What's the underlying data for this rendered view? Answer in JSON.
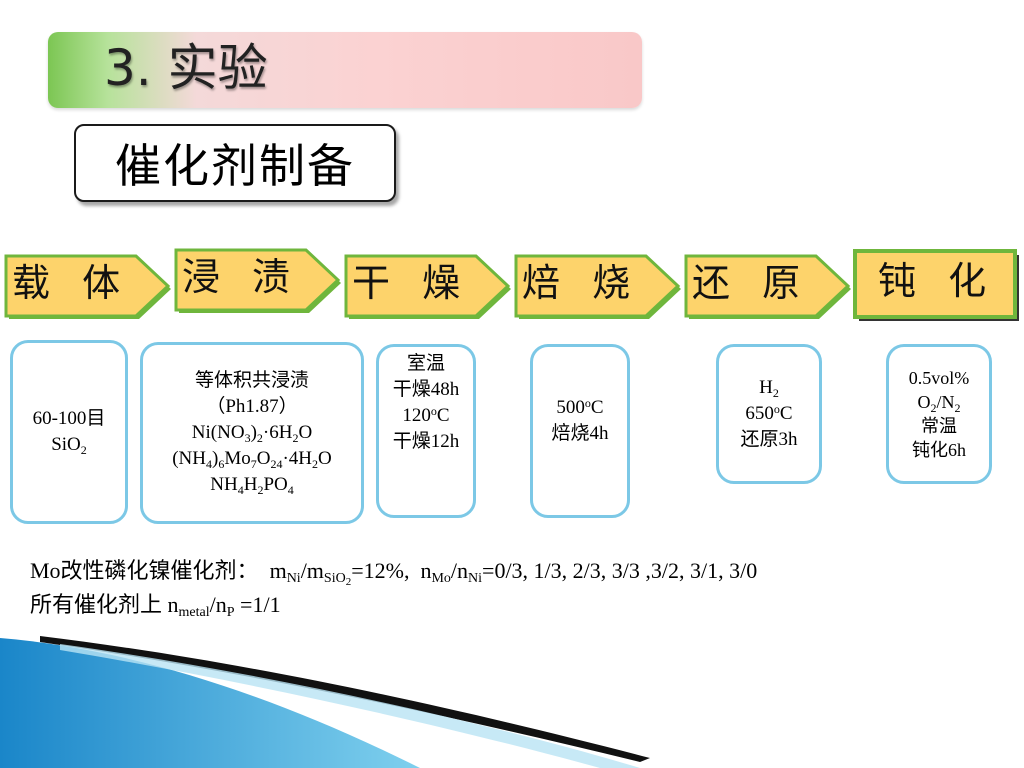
{
  "slide": {
    "title": "3. 实验",
    "subtitle": "催化剂制备"
  },
  "steps": [
    {
      "label": "载 体"
    },
    {
      "label": "浸 渍"
    },
    {
      "label": "干 燥"
    },
    {
      "label": "焙 烧"
    },
    {
      "label": "还 原"
    },
    {
      "label": "钝 化"
    }
  ],
  "boxes": {
    "support": {
      "line1": "60-100目",
      "line2_base": "SiO",
      "line2_sub": "2"
    },
    "impregnation": {
      "line1": "等体积共浸渍",
      "line2": "（Ph1.87）",
      "line3": "Ni(NO3)2·6H2O",
      "line4": "(NH4)6Mo7O24·4H2O",
      "line5": "NH4H2PO4"
    },
    "drying": {
      "line1": "室温",
      "line2": "干燥48h",
      "line3_num": "120",
      "line3_sup": "o",
      "line3_unit": "C",
      "line4": "干燥12h"
    },
    "calcination": {
      "line1_num": "500",
      "line1_sup": "o",
      "line1_unit": "C",
      "line2": "焙烧4h"
    },
    "reduction": {
      "line1_base": "H",
      "line1_sub": "2",
      "line2_num": "650",
      "line2_sup": "o",
      "line2_unit": "C",
      "line3": "还原3h"
    },
    "passivation": {
      "line1": "0.5vol%",
      "line2": "O2/N2",
      "line3": "常温",
      "line4": "钝化6h"
    }
  },
  "notes": {
    "line1_prefix": "Mo改性磷化镍催化剂：",
    "line1_ratio_a": "=12%,",
    "line1_ratio_b": "=0/3, 1/3, 2/3, 3/3 ,3/2, 3/1, 3/0",
    "line2_prefix": "所有催化剂上 n",
    "line2_sub_metal": "metal",
    "line2_mid": "/n",
    "line2_sub_p": "P",
    "line2_suffix": " =1/1"
  },
  "colors": {
    "step_fill": "#fdd36b",
    "step_border": "#6fb63c",
    "box_border": "#7cc8e6"
  }
}
